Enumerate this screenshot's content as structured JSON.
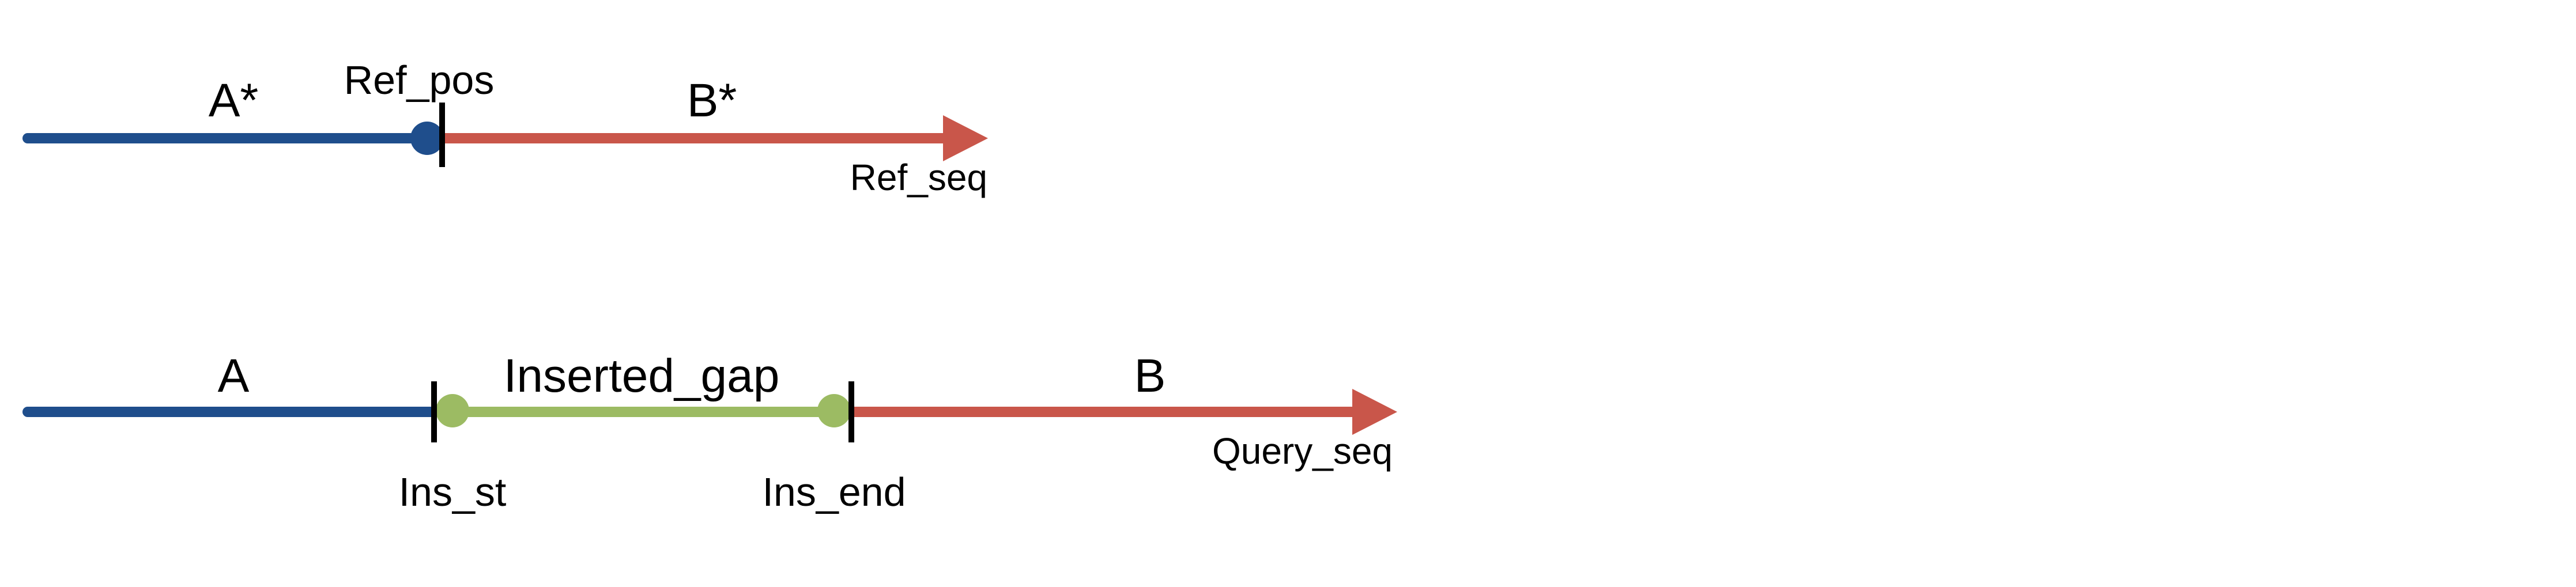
{
  "colors": {
    "blue": "#1f4e8c",
    "red": "#c9564a",
    "green": "#9cbb63",
    "tick": "#000000",
    "background": "#ffffff"
  },
  "reference": {
    "segment_a_label": "A*",
    "segment_b_label": "B*",
    "position_label": "Ref_pos",
    "sequence_label": "Ref_seq"
  },
  "query": {
    "segment_a_label": "A",
    "gap_label": "Inserted_gap",
    "segment_b_label": "B",
    "insert_start_label": "Ins_st",
    "insert_end_label": "Ins_end",
    "sequence_label": "Query_seq"
  }
}
